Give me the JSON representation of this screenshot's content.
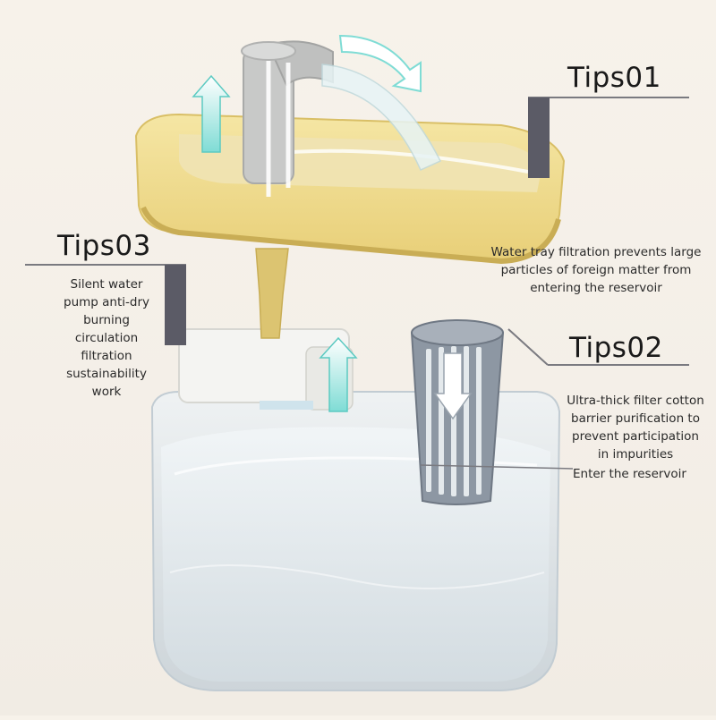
{
  "tips": [
    {
      "title": "Tips01",
      "lines": [
        "Water tray filtration prevents large",
        "particles of foreign matter from",
        "entering the reservoir"
      ]
    },
    {
      "title": "Tips02",
      "lines": [
        "Ultra-thick filter cotton",
        "barrier purification to",
        "prevent participation",
        "in impurities"
      ],
      "extra": "Enter the reservoir"
    },
    {
      "title": "Tips03",
      "lines": [
        "Silent water",
        "pump anti-dry",
        "burning",
        "circulation",
        "filtration",
        "sustainability",
        "work"
      ]
    }
  ],
  "colors": {
    "background": "#f5f0e9",
    "tray": "#f2df92",
    "tray_shadow": "#e3c96e",
    "marker": "#5b5b66",
    "flow_line": "#8ee6e0",
    "filter": "#8d97a3",
    "reservoir": "#dfe6ea"
  },
  "icons": [
    "up-arrow-icon",
    "curved-arrow-icon",
    "down-arrow-icon"
  ]
}
